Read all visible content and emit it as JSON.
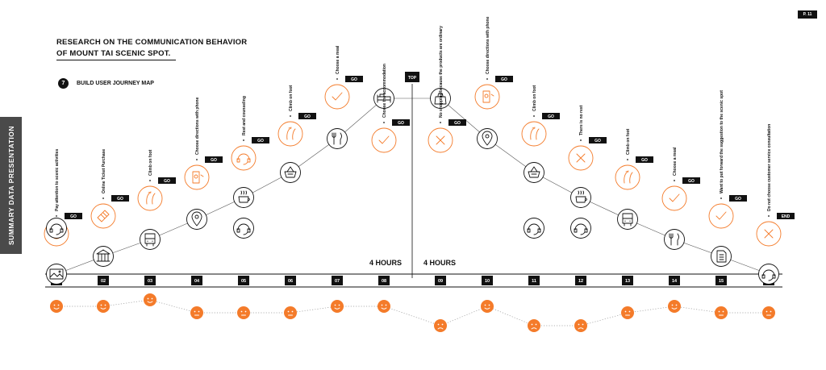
{
  "page_label": "P. 11",
  "sidebar_label": "SUMMARY DATA PRESENTATION",
  "title_line1": "RESEARCH ON THE COMMUNICATION BEHAVIOR",
  "title_line2": "OF MOUNT TAI SCENIC SPOT.",
  "section_number": "7",
  "section_title": "BUILD USER JOURNEY MAP",
  "top_label": "TOP",
  "hours_left": "4 HOURS",
  "hours_right": "4 HOURS",
  "accent_color": "#f47b2a",
  "stages": [
    {
      "num": "01",
      "touchpoint_icon": "image-icon",
      "action_icon": "cow-face-icon",
      "label": "Pay attention to scenic activities",
      "go": "GO",
      "emotion": "happy"
    },
    {
      "num": "02",
      "touchpoint_icon": "ticket-gate-icon",
      "action_icon": "ticket-icon",
      "label": "Online Ticket Purchase",
      "go": "GO",
      "emotion": "happy"
    },
    {
      "num": "03",
      "touchpoint_icon": "bus-icon",
      "action_icon": "footpath-icon",
      "label": "Climb on foot",
      "go": "GO",
      "emotion": "excited"
    },
    {
      "num": "04",
      "touchpoint_icon": "location-pin-icon",
      "action_icon": "phone-map-icon",
      "label": "Choose directions with phone",
      "go": "GO",
      "emotion": "neutral"
    },
    {
      "num": "05",
      "touchpoint_icon": "coffee-cup-icon",
      "action_icon": "headset-icon",
      "label": "Rest and counseling",
      "go": "GO",
      "emotion": "neutral"
    },
    {
      "num": "06",
      "touchpoint_icon": "basket-icon",
      "action_icon": "footpath-icon",
      "label": "Climb on foot",
      "go": "GO",
      "emotion": "neutral"
    },
    {
      "num": "07",
      "touchpoint_icon": "fork-knife-icon",
      "action_icon": "check-icon",
      "label": "Choose a meal",
      "go": "GO",
      "emotion": "happy"
    },
    {
      "num": "08",
      "touchpoint_icon": "bed-icon",
      "action_icon": "check-icon",
      "label": "Choose the accommodation",
      "go": "GO",
      "emotion": "happy"
    },
    {
      "num": "09",
      "touchpoint_icon": "shopping-bag-icon",
      "action_icon": "cross-icon",
      "label": "No shopping because the products are ordinary",
      "go": "GO",
      "emotion": "sad"
    },
    {
      "num": "10",
      "touchpoint_icon": "location-pin-icon",
      "action_icon": "phone-map-icon",
      "label": "Choose directions with phone",
      "go": "GO",
      "emotion": "happy"
    },
    {
      "num": "11",
      "touchpoint_icon": "basket-icon",
      "action_icon": "footpath-icon",
      "label": "Climb on foot",
      "go": "GO",
      "emotion": "sad"
    },
    {
      "num": "12",
      "touchpoint_icon": "coffee-cup-icon",
      "action_icon": "cross-icon",
      "label": "There is no rest",
      "go": "GO",
      "emotion": "sad"
    },
    {
      "num": "13",
      "touchpoint_icon": "bus-icon",
      "action_icon": "footpath-icon",
      "label": "Climb on foot",
      "go": "GO",
      "emotion": "neutral"
    },
    {
      "num": "14",
      "touchpoint_icon": "fork-knife-icon",
      "action_icon": "check-icon",
      "label": "Choose a meal",
      "go": "GO",
      "emotion": "happy"
    },
    {
      "num": "15",
      "touchpoint_icon": "document-icon",
      "action_icon": "check-icon",
      "label": "Want to put forward the suggestion to the scenic spot",
      "go": "GO",
      "emotion": "neutral"
    },
    {
      "num": "16",
      "touchpoint_icon": "headset-icon",
      "action_icon": "cross-icon",
      "label": "Do not choose customer service consultation",
      "go": "END",
      "emotion": "neutral"
    }
  ]
}
